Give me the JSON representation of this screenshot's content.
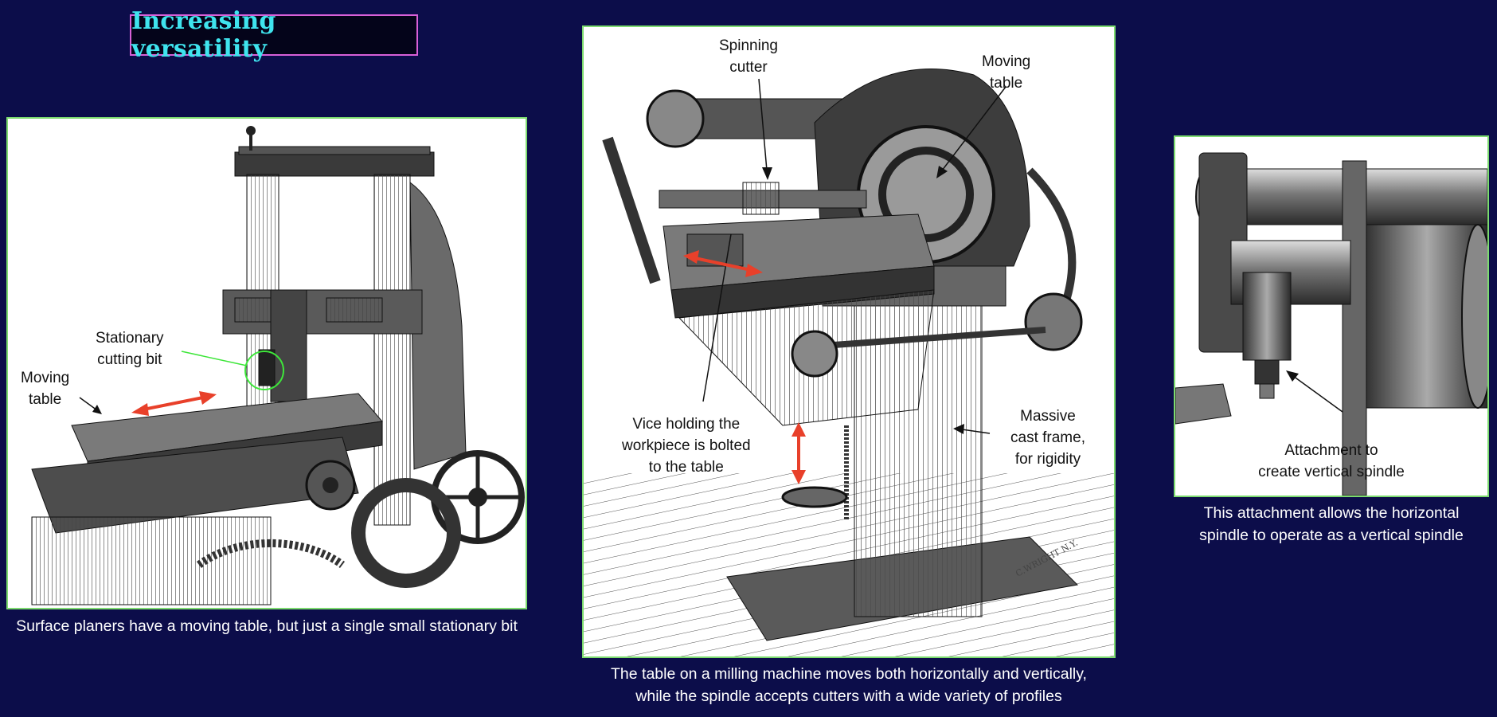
{
  "slide": {
    "title": "Increasing versatility"
  },
  "panels": {
    "planer": {
      "labels": {
        "stationary_bit_line1": "Stationary",
        "stationary_bit_line2": "cutting bit",
        "moving_table_line1": "Moving",
        "moving_table_line2": "table"
      },
      "caption": "Surface planers have a moving table, but just a single small stationary bit"
    },
    "mill": {
      "labels": {
        "spinning_cutter_line1": "Spinning",
        "spinning_cutter_line2": "cutter",
        "moving_table_line1": "Moving",
        "moving_table_line2": "table",
        "vice_line1": "Vice holding the",
        "vice_line2": "workpiece is bolted",
        "vice_line3": "to the table",
        "frame_line1": "Massive",
        "frame_line2": "cast frame,",
        "frame_line3": "for rigidity"
      },
      "engraver_mark": "C.WRIGHT N.Y.",
      "caption_line1": "The table on a milling machine moves both horizontally and vertically,",
      "caption_line2": "while the spindle accepts cutters with a wide variety of profiles"
    },
    "attachment": {
      "labels": {
        "attach_line1": "Attachment to",
        "attach_line2": "create vertical spindle"
      },
      "caption_line1": "This attachment allows the horizontal",
      "caption_line2": "spindle to operate as a vertical spindle"
    }
  },
  "colors": {
    "background": "#0c0d4a",
    "title_text": "#3fe4ee",
    "title_border": "#d860d8",
    "panel_border": "#7ddb6f",
    "arrow_red": "#e8402a",
    "highlight_green": "#3ee63a"
  }
}
